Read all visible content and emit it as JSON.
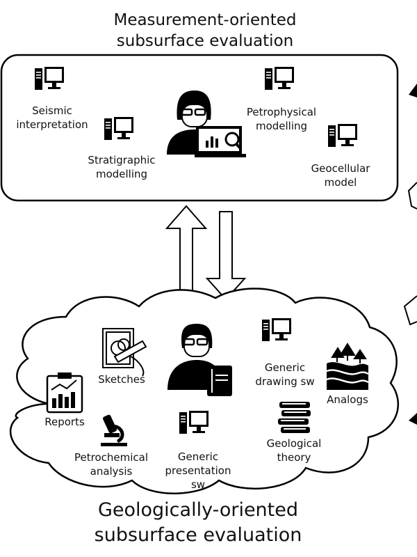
{
  "top": {
    "title_line1": "Measurement-oriented",
    "title_line2": "subsurface evaluation",
    "items": {
      "seismic": [
        "Seismic",
        "interpretation"
      ],
      "stratigraphic": [
        "Stratigraphic",
        "modelling"
      ],
      "petrophysical": [
        "Petrophysical",
        "modelling"
      ],
      "geocellular": [
        "Geocellular",
        "model"
      ]
    }
  },
  "bottom": {
    "title_line1": "Geologically-oriented",
    "title_line2": "subsurface evaluation",
    "items": {
      "sketches": [
        "Sketches"
      ],
      "reports": [
        "Reports"
      ],
      "petrochemical": [
        "Petrochemical",
        "analysis"
      ],
      "presentation": [
        "Generic",
        "presentation",
        "sw"
      ],
      "drawing": [
        "Generic",
        "drawing sw"
      ],
      "analogs": [
        "Analogs"
      ],
      "theory": [
        "Geological",
        "theory"
      ]
    }
  },
  "icons": {
    "computer": "computer-icon",
    "analyst": "analyst-with-chart-icon",
    "geologist": "geologist-with-book-icon",
    "sketches": "sketch-drawing-icon",
    "reports": "clipboard-report-icon",
    "microscope": "microscope-icon",
    "analogs": "landscape-layers-icon",
    "books": "books-stack-icon"
  },
  "colors": {
    "stroke": "#000000",
    "fill": "#ffffff"
  }
}
